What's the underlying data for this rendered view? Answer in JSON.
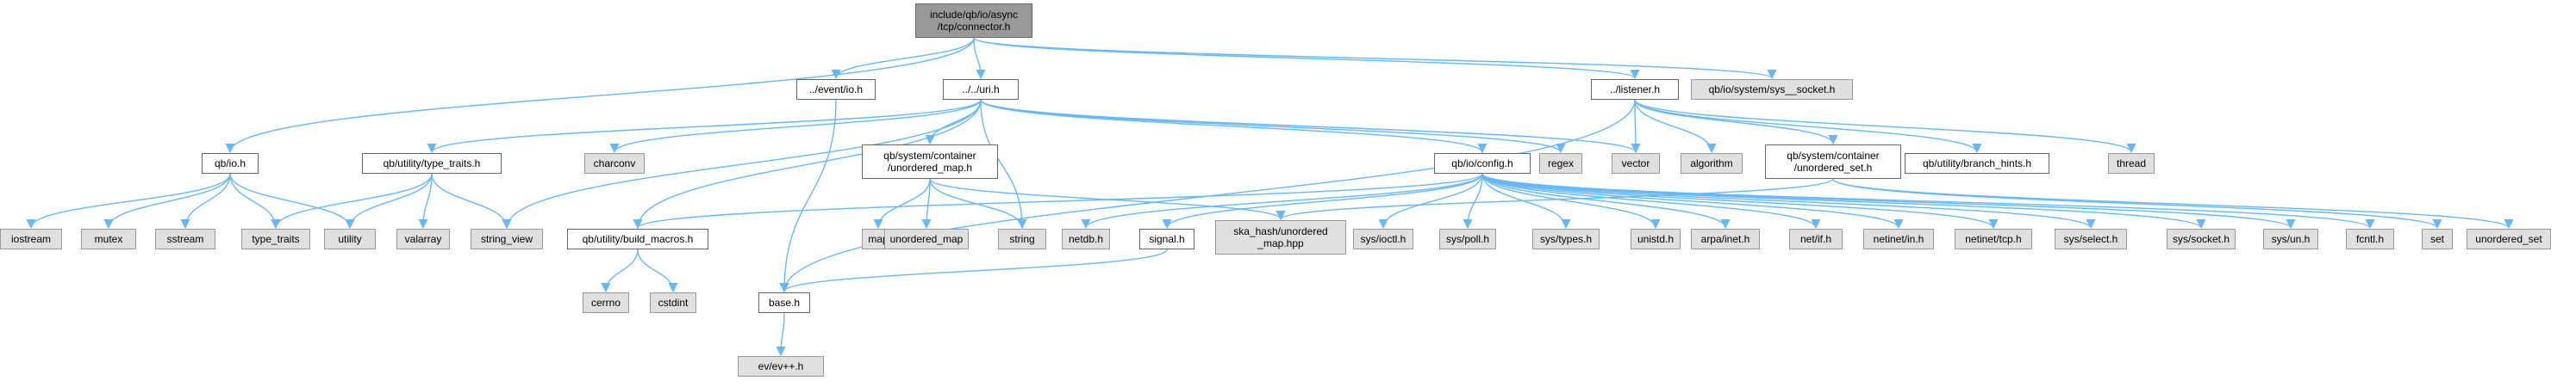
{
  "colors": {
    "edge": "#63b8ff",
    "root_fill": "#999999",
    "documented_fill": "#ffffff",
    "system_fill": "#e0e0e0",
    "border": "#666666"
  },
  "nodes": [
    {
      "id": "root",
      "label": "include/qb/io/async\n/tcp/connector.h",
      "kind": "root"
    },
    {
      "id": "event_io",
      "label": "../event/io.h",
      "kind": "doc"
    },
    {
      "id": "uri",
      "label": "../../uri.h",
      "kind": "doc"
    },
    {
      "id": "listener",
      "label": "../listener.h",
      "kind": "doc"
    },
    {
      "id": "sys_socket",
      "label": "qb/io/system/sys__socket.h",
      "kind": "sys"
    },
    {
      "id": "qb_io",
      "label": "qb/io.h",
      "kind": "doc"
    },
    {
      "id": "type_traits_h",
      "label": "qb/utility/type_traits.h",
      "kind": "doc"
    },
    {
      "id": "charconv",
      "label": "charconv",
      "kind": "sys"
    },
    {
      "id": "unordered_map_h",
      "label": "qb/system/container\n/unordered_map.h",
      "kind": "doc"
    },
    {
      "id": "config",
      "label": "qb/io/config.h",
      "kind": "doc"
    },
    {
      "id": "regex",
      "label": "regex",
      "kind": "sys"
    },
    {
      "id": "vector",
      "label": "vector",
      "kind": "sys"
    },
    {
      "id": "algorithm",
      "label": "algorithm",
      "kind": "sys"
    },
    {
      "id": "unordered_set_h",
      "label": "qb/system/container\n/unordered_set.h",
      "kind": "doc"
    },
    {
      "id": "branch_hints",
      "label": "qb/utility/branch_hints.h",
      "kind": "doc"
    },
    {
      "id": "thread",
      "label": "thread",
      "kind": "sys"
    },
    {
      "id": "iostream",
      "label": "iostream",
      "kind": "sys"
    },
    {
      "id": "mutex",
      "label": "mutex",
      "kind": "sys"
    },
    {
      "id": "sstream",
      "label": "sstream",
      "kind": "sys"
    },
    {
      "id": "type_traits",
      "label": "type_traits",
      "kind": "sys"
    },
    {
      "id": "utility",
      "label": "utility",
      "kind": "sys"
    },
    {
      "id": "valarray",
      "label": "valarray",
      "kind": "sys"
    },
    {
      "id": "string_view",
      "label": "string_view",
      "kind": "sys"
    },
    {
      "id": "build_macros",
      "label": "qb/utility/build_macros.h",
      "kind": "doc"
    },
    {
      "id": "map",
      "label": "map",
      "kind": "sys"
    },
    {
      "id": "unordered_map",
      "label": "unordered_map",
      "kind": "sys"
    },
    {
      "id": "string",
      "label": "string",
      "kind": "sys"
    },
    {
      "id": "netdb",
      "label": "netdb.h",
      "kind": "sys"
    },
    {
      "id": "signal",
      "label": "signal.h",
      "kind": "doc"
    },
    {
      "id": "ska_hash",
      "label": "ska_hash/unordered\n_map.hpp",
      "kind": "sys"
    },
    {
      "id": "sys_ioctl",
      "label": "sys/ioctl.h",
      "kind": "sys"
    },
    {
      "id": "sys_poll",
      "label": "sys/poll.h",
      "kind": "sys"
    },
    {
      "id": "sys_types",
      "label": "sys/types.h",
      "kind": "sys"
    },
    {
      "id": "unistd",
      "label": "unistd.h",
      "kind": "sys"
    },
    {
      "id": "arpa_inet",
      "label": "arpa/inet.h",
      "kind": "sys"
    },
    {
      "id": "net_if",
      "label": "net/if.h",
      "kind": "sys"
    },
    {
      "id": "netinet_in",
      "label": "netinet/in.h",
      "kind": "sys"
    },
    {
      "id": "netinet_tcp",
      "label": "netinet/tcp.h",
      "kind": "sys"
    },
    {
      "id": "sys_select",
      "label": "sys/select.h",
      "kind": "sys"
    },
    {
      "id": "sys_socket_h",
      "label": "sys/socket.h",
      "kind": "sys"
    },
    {
      "id": "sys_un",
      "label": "sys/un.h",
      "kind": "sys"
    },
    {
      "id": "fcntl",
      "label": "fcntl.h",
      "kind": "sys"
    },
    {
      "id": "set",
      "label": "set",
      "kind": "sys"
    },
    {
      "id": "unordered_set",
      "label": "unordered_set",
      "kind": "sys"
    },
    {
      "id": "cerrno",
      "label": "cerrno",
      "kind": "sys"
    },
    {
      "id": "cstdint",
      "label": "cstdint",
      "kind": "sys"
    },
    {
      "id": "base",
      "label": "base.h",
      "kind": "doc"
    },
    {
      "id": "ev",
      "label": "ev/ev++.h",
      "kind": "sys"
    }
  ],
  "edges": [
    [
      "root",
      "qb_io"
    ],
    [
      "root",
      "event_io"
    ],
    [
      "root",
      "uri"
    ],
    [
      "root",
      "listener"
    ],
    [
      "root",
      "sys_socket"
    ],
    [
      "event_io",
      "base"
    ],
    [
      "uri",
      "type_traits_h"
    ],
    [
      "uri",
      "charconv"
    ],
    [
      "uri",
      "unordered_map_h"
    ],
    [
      "uri",
      "config"
    ],
    [
      "uri",
      "regex"
    ],
    [
      "uri",
      "vector"
    ],
    [
      "uri",
      "string"
    ],
    [
      "uri",
      "string_view"
    ],
    [
      "uri",
      "build_macros"
    ],
    [
      "listener",
      "vector"
    ],
    [
      "listener",
      "algorithm"
    ],
    [
      "listener",
      "unordered_set_h"
    ],
    [
      "listener",
      "branch_hints"
    ],
    [
      "listener",
      "thread"
    ],
    [
      "listener",
      "base"
    ],
    [
      "qb_io",
      "iostream"
    ],
    [
      "qb_io",
      "mutex"
    ],
    [
      "qb_io",
      "sstream"
    ],
    [
      "qb_io",
      "type_traits"
    ],
    [
      "qb_io",
      "utility"
    ],
    [
      "type_traits_h",
      "type_traits"
    ],
    [
      "type_traits_h",
      "utility"
    ],
    [
      "type_traits_h",
      "valarray"
    ],
    [
      "type_traits_h",
      "string_view"
    ],
    [
      "unordered_map_h",
      "map"
    ],
    [
      "unordered_map_h",
      "unordered_map"
    ],
    [
      "unordered_map_h",
      "string"
    ],
    [
      "unordered_map_h",
      "ska_hash"
    ],
    [
      "unordered_set_h",
      "set"
    ],
    [
      "unordered_set_h",
      "unordered_set"
    ],
    [
      "unordered_set_h",
      "ska_hash"
    ],
    [
      "config",
      "build_macros"
    ],
    [
      "config",
      "netdb"
    ],
    [
      "config",
      "signal"
    ],
    [
      "config",
      "sys_ioctl"
    ],
    [
      "config",
      "sys_poll"
    ],
    [
      "config",
      "sys_types"
    ],
    [
      "config",
      "unistd"
    ],
    [
      "config",
      "arpa_inet"
    ],
    [
      "config",
      "net_if"
    ],
    [
      "config",
      "netinet_in"
    ],
    [
      "config",
      "netinet_tcp"
    ],
    [
      "config",
      "sys_select"
    ],
    [
      "config",
      "sys_socket_h"
    ],
    [
      "config",
      "sys_un"
    ],
    [
      "config",
      "fcntl"
    ],
    [
      "build_macros",
      "cerrno"
    ],
    [
      "build_macros",
      "cstdint"
    ],
    [
      "signal",
      "base"
    ],
    [
      "base",
      "ev"
    ]
  ]
}
